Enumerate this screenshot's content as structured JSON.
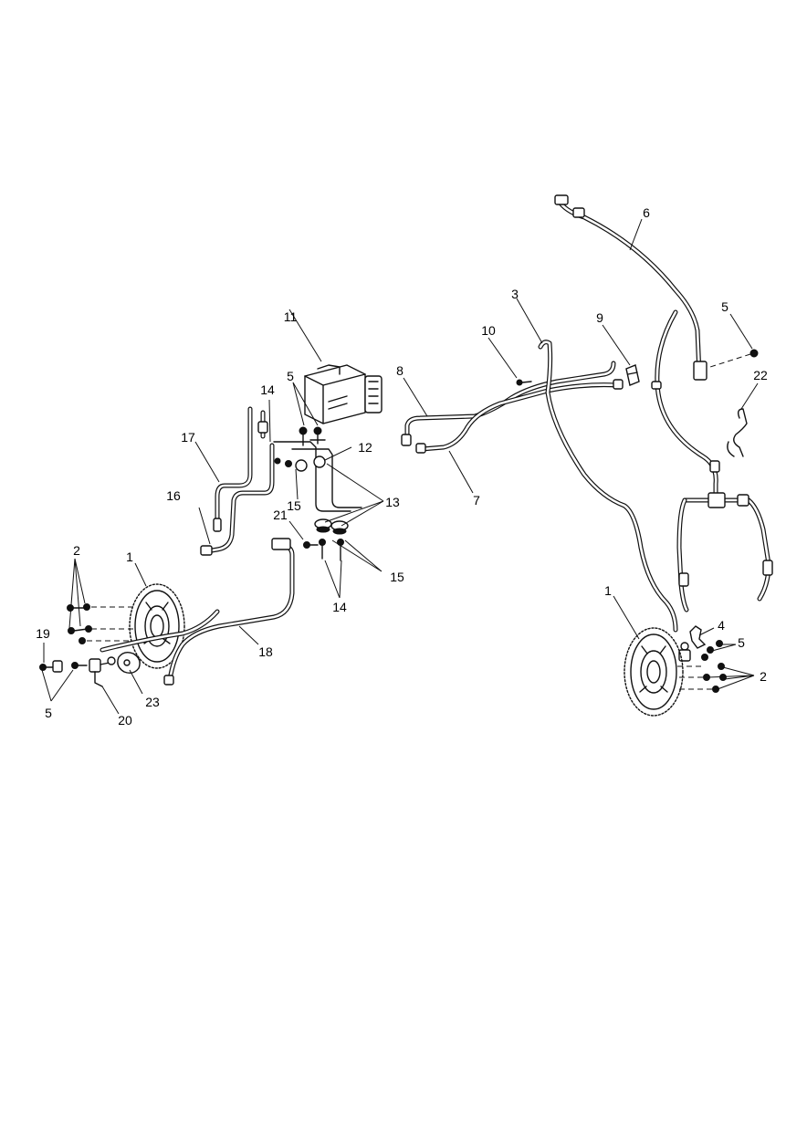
{
  "diagram": {
    "callouts": [
      {
        "id": "c1-left",
        "text": "1"
      },
      {
        "id": "c1-right",
        "text": "1"
      },
      {
        "id": "c2-left",
        "text": "2"
      },
      {
        "id": "c2-right",
        "text": "2"
      },
      {
        "id": "c3",
        "text": "3"
      },
      {
        "id": "c4",
        "text": "4"
      },
      {
        "id": "c5-top",
        "text": "5"
      },
      {
        "id": "c5-right",
        "text": "5"
      },
      {
        "id": "c5-lower-right",
        "text": "5"
      },
      {
        "id": "c5-left",
        "text": "5"
      },
      {
        "id": "c6",
        "text": "6"
      },
      {
        "id": "c7",
        "text": "7"
      },
      {
        "id": "c8",
        "text": "8"
      },
      {
        "id": "c9",
        "text": "9"
      },
      {
        "id": "c10",
        "text": "10"
      },
      {
        "id": "c11",
        "text": "11"
      },
      {
        "id": "c12",
        "text": "12"
      },
      {
        "id": "c13",
        "text": "13"
      },
      {
        "id": "c14-upper",
        "text": "14"
      },
      {
        "id": "c14-lower",
        "text": "14"
      },
      {
        "id": "c15-upper",
        "text": "15"
      },
      {
        "id": "c15-lower",
        "text": "15"
      },
      {
        "id": "c16",
        "text": "16"
      },
      {
        "id": "c17",
        "text": "17"
      },
      {
        "id": "c18",
        "text": "18"
      },
      {
        "id": "c19",
        "text": "19"
      },
      {
        "id": "c20",
        "text": "20"
      },
      {
        "id": "c21",
        "text": "21"
      },
      {
        "id": "c22",
        "text": "22"
      },
      {
        "id": "c23",
        "text": "23"
      }
    ]
  }
}
